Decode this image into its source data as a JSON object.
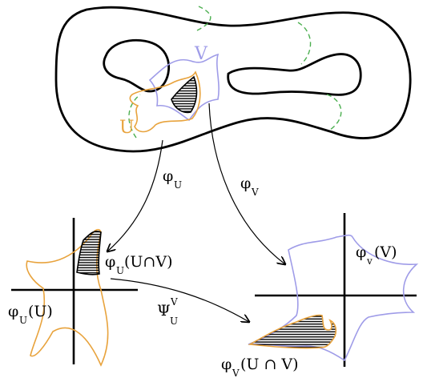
{
  "colors": {
    "outline": "#000000",
    "u_region": "#e8a33d",
    "v_region": "#9f9ce8",
    "seam": "#4caf50",
    "hatch": "#000000",
    "background": "#ffffff"
  },
  "labels": {
    "set_u": "U",
    "set_v": "V",
    "map_phi_u_base": "φ",
    "map_phi_u_sub": "U",
    "map_phi_v_base": "φ",
    "map_phi_v_sub": "V",
    "image_u_intersection": "(U∩V)",
    "image_u": "(U)",
    "transition_base": "Ψ",
    "transition_sup": "V",
    "transition_sub": "U",
    "image_v_base": "φ",
    "image_v_sub": "v",
    "image_v_arg": "(V)",
    "image_v_intersection_base": "φ",
    "image_v_intersection_sub": "V",
    "image_v_intersection_arg": "(U ∩ V)"
  },
  "icons": {
    "arrow_head": "arrow-head-icon"
  }
}
